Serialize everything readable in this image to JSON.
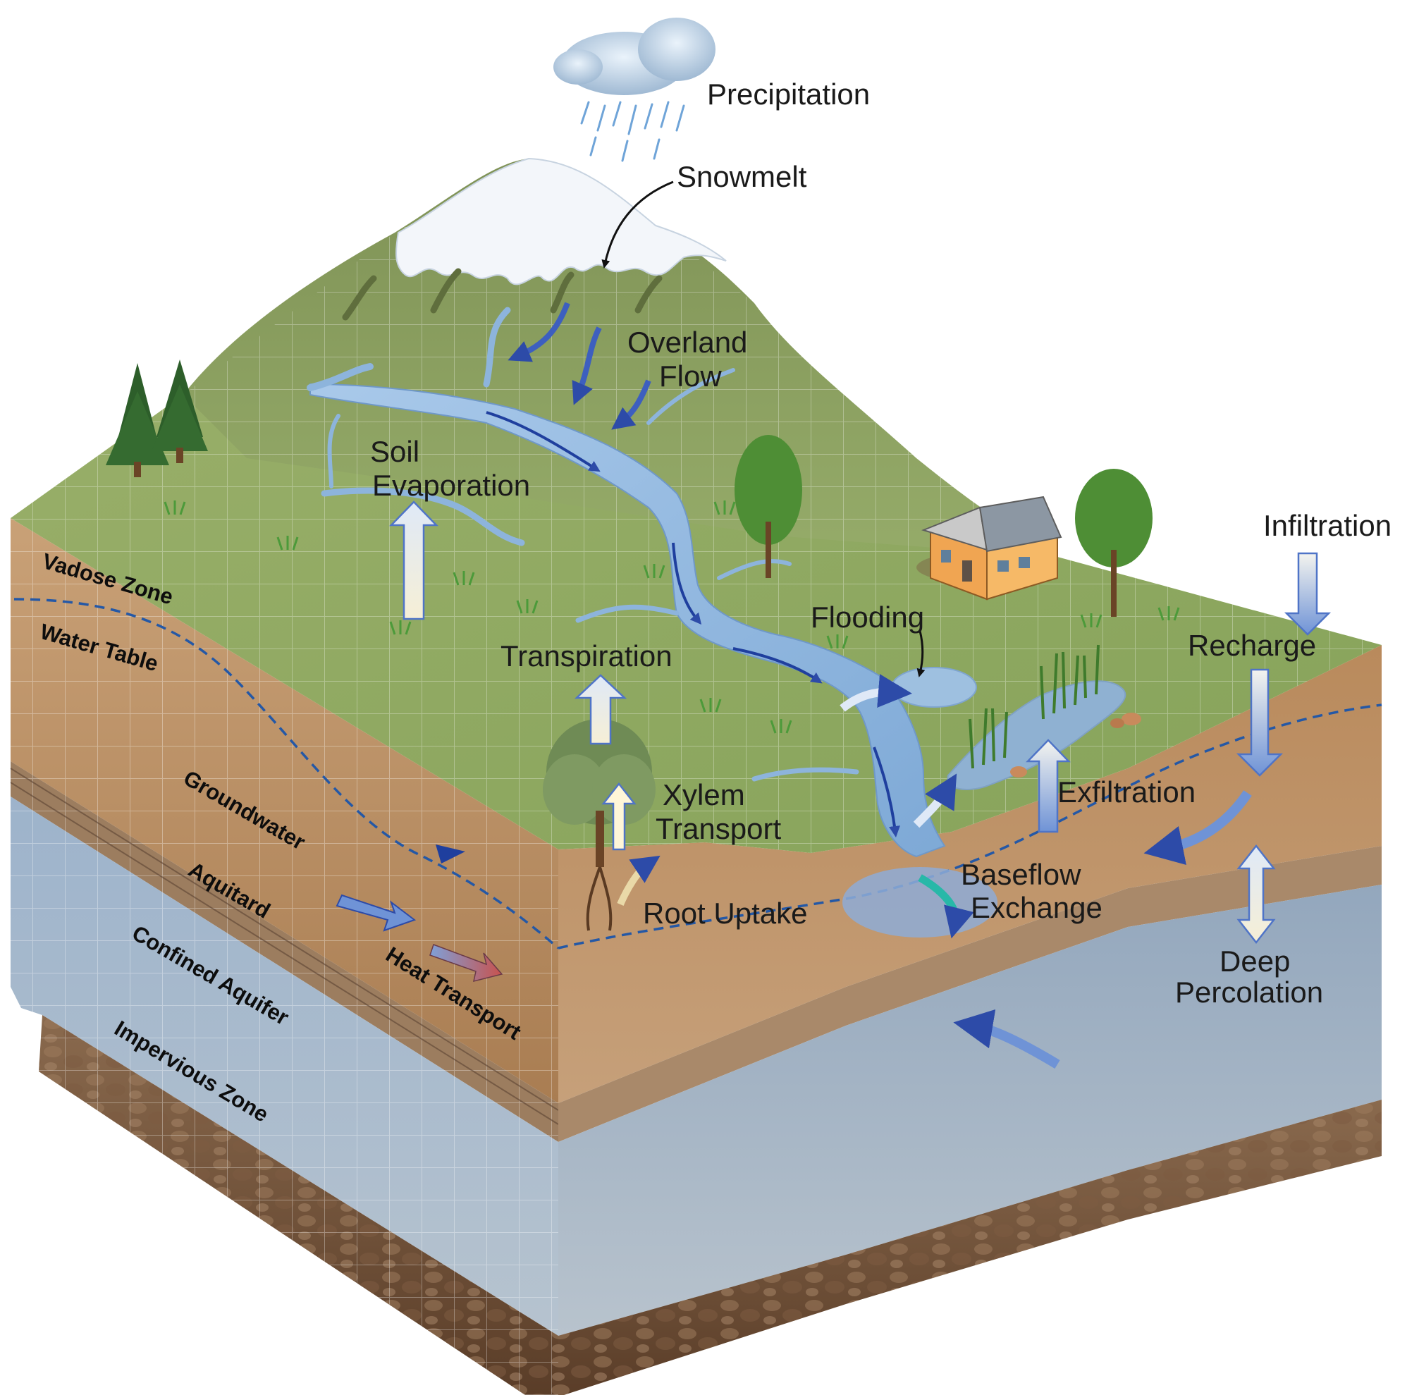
{
  "labels": {
    "precipitation": "Precipitation",
    "snowmelt": "Snowmelt",
    "overland_flow_1": "Overland",
    "overland_flow_2": "Flow",
    "soil_evaporation_1": "Soil",
    "soil_evaporation_2": "Evaporation",
    "transpiration": "Transpiration",
    "xylem_transport_1": "Xylem",
    "xylem_transport_2": "Transport",
    "root_uptake": "Root Uptake",
    "flooding": "Flooding",
    "infiltration": "Infiltration",
    "recharge": "Recharge",
    "exfiltration": "Exfiltration",
    "baseflow_exchange_1": "Baseflow",
    "baseflow_exchange_2": "Exchange",
    "deep_percolation_1": "Deep",
    "deep_percolation_2": "Percolation"
  },
  "zones": {
    "vadose_zone": "Vadose Zone",
    "water_table": "Water Table",
    "groundwater": "Groundwater",
    "aquitard": "Aquitard",
    "confined_aquifer": "Confined Aquifer",
    "impervious_zone": "Impervious Zone",
    "heat_transport": "Heat Transport"
  },
  "colors": {
    "terrain_green": "#8fa865",
    "soil_brown": "#b88f63",
    "aquifer_blue": "#9fb0c2",
    "bedrock_brown": "#6b4a33",
    "river_blue": "#8db4dc",
    "arrow_blue": "#4f74c7",
    "water_table_line": "#2458a6"
  },
  "icons": [
    "cloud-icon",
    "snow-cap-icon",
    "conifer-tree-icon",
    "deciduous-tree-icon",
    "house-icon",
    "grass-tuft-icon",
    "reed-icon",
    "rock-icon"
  ]
}
